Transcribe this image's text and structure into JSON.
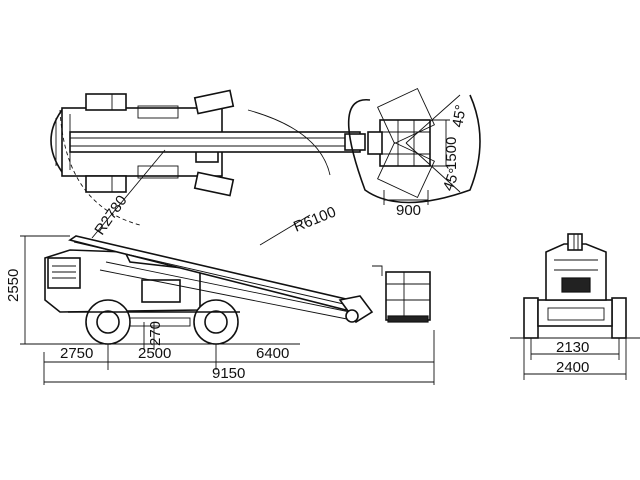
{
  "plan_view": {
    "radius_inner": "R2780",
    "radius_outer": "R6100",
    "basket_width": "900",
    "basket_depth": "1500",
    "rotation_upper": "45°",
    "rotation_lower": "45°"
  },
  "side_view": {
    "height": "2550",
    "rear_overhang": "2750",
    "wheelbase": "2500",
    "ground_clearance": "270",
    "front_overhang": "6400",
    "overall_length": "9150"
  },
  "front_view": {
    "track_width": "2130",
    "overall_width": "2400"
  }
}
